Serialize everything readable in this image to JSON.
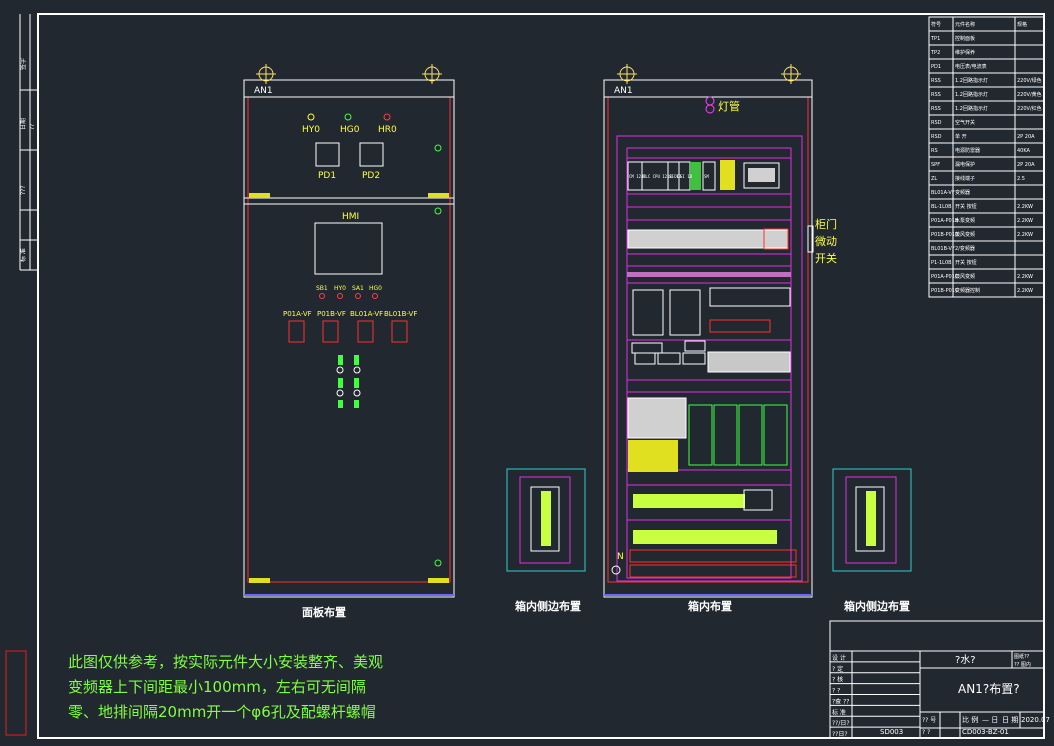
{
  "panels": {
    "front": {
      "tag": "AN1",
      "lamps": [
        "HY0",
        "HG0",
        "HR0"
      ],
      "meters": [
        "PD1",
        "PD2"
      ],
      "hmi": "HMI",
      "small_buttons": [
        "SB1",
        "HY0",
        "SA1",
        "HG0"
      ],
      "drives": [
        "P01A-VF",
        "P01B-VF",
        "BL01A-VF",
        "BL01B-VF"
      ],
      "caption": "面板布置"
    },
    "inner": {
      "tag": "AN1",
      "lamp_label": "灯管",
      "top_modules": [
        "CM 1241",
        "PLC CPU 1214-DC",
        "SI 1B",
        "SI 1B",
        "SM"
      ],
      "door_switch": [
        "柜门",
        "微动",
        "开关"
      ],
      "n_label": "N",
      "caption": "箱内布置"
    },
    "side_left_caption": "箱内侧边布置",
    "side_right_caption": "箱内侧边布置"
  },
  "notes": [
    "此图仅供参考，按实际元件大小安装整齐、美观",
    "变频器上下间距最小100mm，左右可无间隔",
    "零、地排间隔20mm开一个φ6孔及配螺杆螺帽"
  ],
  "title_block": {
    "left_labels": [
      "设 计",
      "? 定",
      "? 核",
      "? ?",
      "?查 ??",
      "标 准",
      "??/日?",
      "??日?"
    ],
    "project": "?水?",
    "sheet_title": "AN1?布置?",
    "r1": "图纸??",
    "r2": "?? 图内",
    "scale_lbl": "比 例",
    "scale_val": "— 日",
    "date_lbl": "日 期",
    "date_val": "2020.07",
    "code_left": "SD003",
    "code_right": "CD003-BZ-01",
    "row_lbl": "?? 号",
    "row_lbl2": "? ?"
  },
  "legend": {
    "header": [
      "符号",
      "元件名称",
      "规格"
    ],
    "rows": [
      [
        "TP1",
        "控制面板",
        ""
      ],
      [
        "TP2",
        "维护保养",
        ""
      ],
      [
        "PD1",
        "电压表/电流表",
        ""
      ],
      [
        "RSS",
        "1.2回路指示灯",
        "220V/绿色"
      ],
      [
        "RSS",
        "1.2回路指示灯",
        "220V/黄色"
      ],
      [
        "RSS",
        "1.2回路指示灯",
        "220V/红色"
      ],
      [
        "RSD",
        "空气开关",
        ""
      ],
      [
        "RSD",
        "单 开",
        "2P 20A"
      ],
      [
        "RS",
        "电源防雷器",
        "40KA"
      ],
      [
        "SPF",
        "漏电保护",
        "2P 20A"
      ],
      [
        "ZL",
        "接线端子",
        "2.5"
      ],
      [
        "BL01A-VF",
        "变频器",
        ""
      ],
      [
        "BL-1L0B",
        "开关 按钮",
        "2.2KW"
      ],
      [
        "P01A-P01B",
        "水泵变频",
        "2.2KW"
      ],
      [
        "P01B-P01B",
        "鼓风变频",
        "2.2KW"
      ],
      [
        "BL01B-VF",
        "2/变频器",
        ""
      ],
      [
        "P1-1L0B",
        "开关 按钮",
        ""
      ],
      [
        "P01A-P01C",
        "鼓风变频",
        "2.2KW"
      ],
      [
        "P01B-P01C",
        "变频器控制",
        "2.2KW"
      ]
    ]
  },
  "side_labels": [
    "签字",
    "日期",
    "??",
    "???",
    "标 准"
  ]
}
